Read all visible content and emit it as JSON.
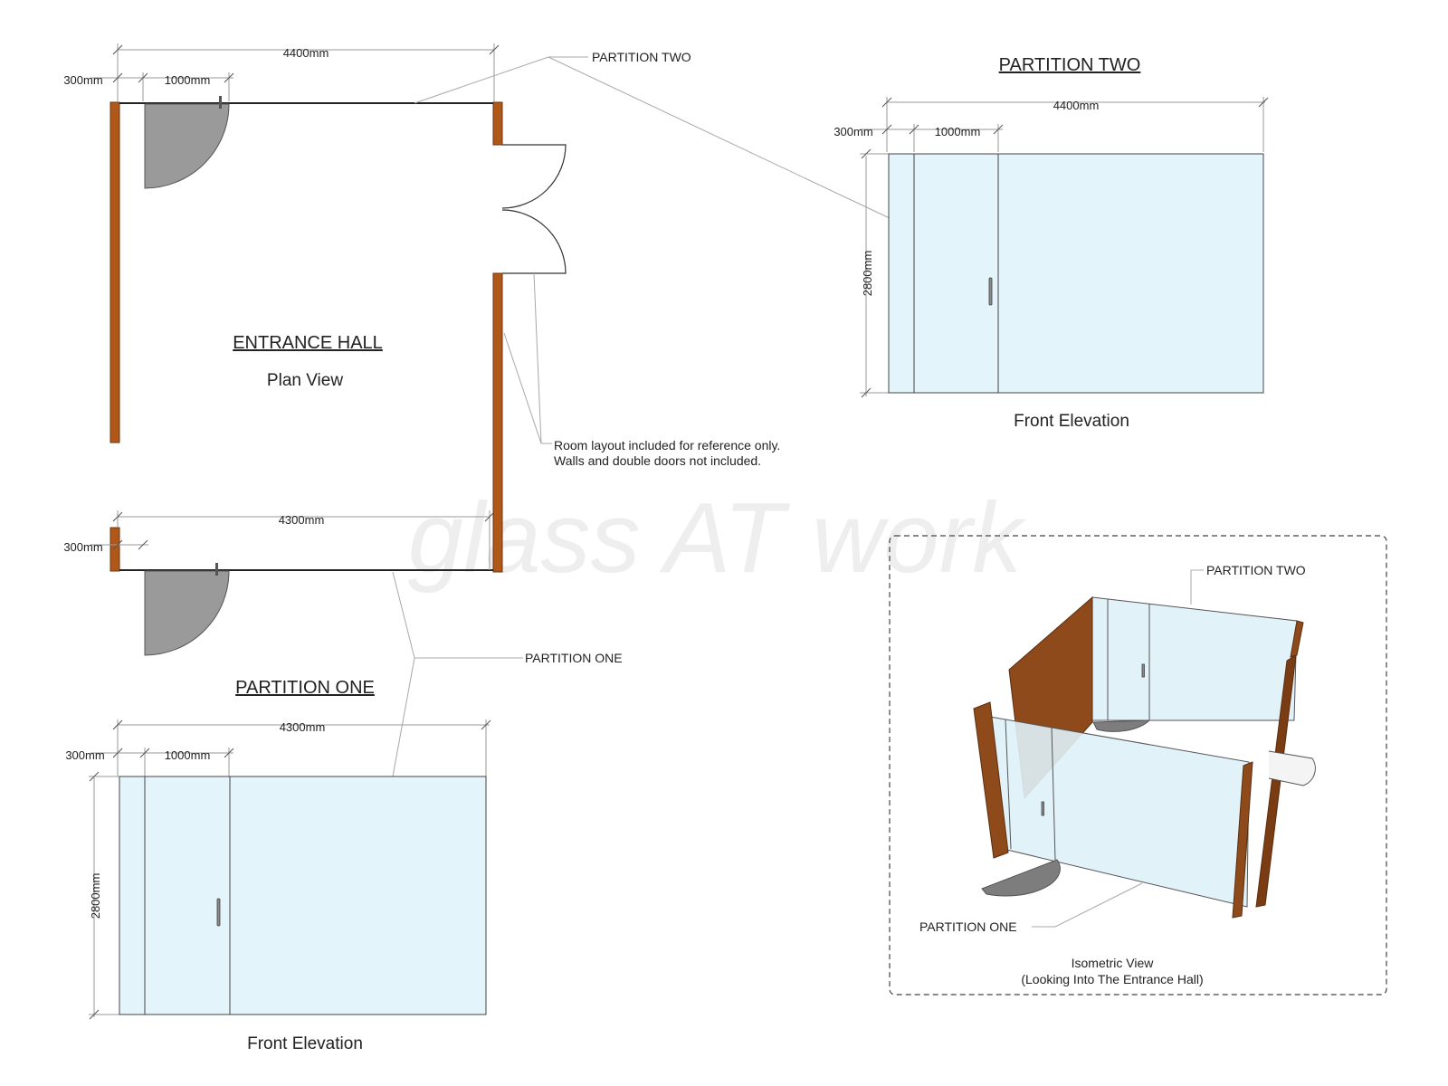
{
  "watermark": "glass AT work",
  "plan": {
    "title": "ENTRANCE HALL",
    "subtitle": "Plan View",
    "dim_top_total": "4400mm",
    "dim_top_side": "300mm",
    "dim_top_door": "1000mm",
    "dim_bottom_total": "4300mm",
    "dim_bottom_side": "300mm",
    "label_partition_two": "PARTITION TWO",
    "label_partition_one": "PARTITION ONE",
    "note_line1": "Room layout included for reference only.",
    "note_line2": "Walls and double doors not included."
  },
  "partition_two": {
    "title": "PARTITION TWO",
    "dim_total": "4400mm",
    "dim_side": "300mm",
    "dim_door": "1000mm",
    "dim_height": "2800mm",
    "caption": "Front Elevation"
  },
  "partition_one": {
    "title": "PARTITION ONE",
    "dim_total": "4300mm",
    "dim_side": "300mm",
    "dim_door": "1000mm",
    "dim_height": "2800mm",
    "caption": "Front Elevation"
  },
  "isometric": {
    "label_partition_two": "PARTITION TWO",
    "label_partition_one": "PARTITION ONE",
    "caption_line1": "Isometric View",
    "caption_line2": "(Looking Into The Entrance Hall)"
  }
}
